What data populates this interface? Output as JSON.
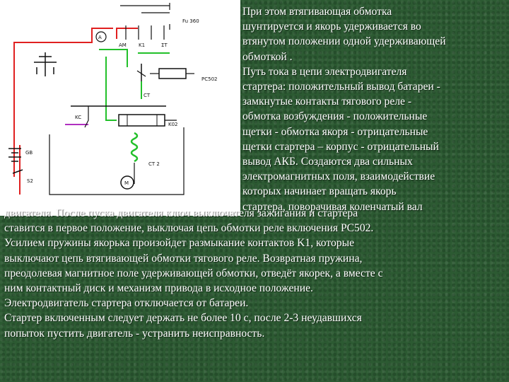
{
  "diagram": {
    "labels": {
      "fuse": "Fu 360",
      "ammeter": "A",
      "am": "AM",
      "k1": "K1",
      "k2": "ΣT",
      "relay": "PC502",
      "ct": "CT",
      "kc": "KC",
      "k02": "K02",
      "ct2": "CT 2",
      "motor": "M",
      "gb": "GB",
      "s2": "S2"
    }
  },
  "text": {
    "right_block": "При этом втягивающая обмотка\nшунтируется и якорь удерживается во\nвтянутом положении одной удерживающей\nобмоткой .\n     Путь тока в цепи электродвигателя\nстартера: положительный вывод батареи -\nзамкнутые контакты тягового реле -\nобмотка возбуждения - положительные\nщетки - обмотка якоря - отрицательные\nщетки стартера – корпус - отрицательный\nвывод АКБ. Создаются два сильных\nэлектромагнитных поля, взаимодействие\nкоторых начинает вращать     якорь\nстартера, поворачивая коленчатый вал",
    "bottom_block": "двигателя. После пуска двигателя ключ выключателя зажигания и стартера\nставится в первое положение, выключая цепь обмотки реле включения PC502.\nУсилием пружины якорька произойдет размыкание контактов K1, которые\nвыключают цепь втягивающей обмотки  тягового реле. Возвратная пружина,\nпреодолевая магнитное поле удерживающей обмотки,  отведёт якорек,  а вместе с\nним контактный диск и механизм привода в исходное положение.\nЭлектродвигатель стартера отключается  от  батареи.\n    Стартер включенным следует  держать не более 10 с, после 2-3 неудавшихся\nпопыток пустить двигатель - устранить неисправность."
  }
}
